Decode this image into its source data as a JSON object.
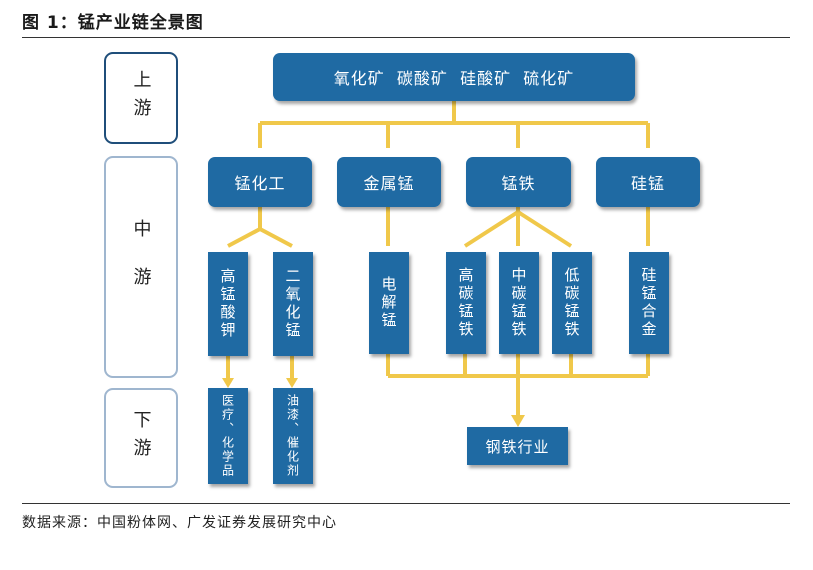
{
  "figure_title": "图 1：锰产业链全景图",
  "source_note": "数据来源：中国粉体网、广发证券发展研究中心",
  "stages": {
    "upstream": "上游",
    "midstream": "中游",
    "downstream": "下游"
  },
  "upstream": {
    "ores": "氧化矿  碳酸矿  硅酸矿  硫化矿"
  },
  "midstream": {
    "categories": [
      "锰化工",
      "金属锰",
      "锰铁",
      "硅锰"
    ],
    "products": {
      "high_manganese_acid_potassium": "高锰酸钾",
      "manganese_dioxide": "二氧化锰",
      "electrolytic_manganese": "电解锰",
      "high_carbon_ferromanganese": "高碳锰铁",
      "medium_carbon_ferromanganese": "中碳锰铁",
      "low_carbon_ferromanganese": "低碳锰铁",
      "silicomanganese_alloy": "硅锰合金"
    }
  },
  "downstream": {
    "medical_chemical": "医疗、化学品",
    "paint_catalyst": "油漆、催化剂",
    "steel_industry": "钢铁行业"
  },
  "colors": {
    "box_fill": "#1f6aa3",
    "connector": "#f0c84a",
    "stage_border_upstream": "#1f4e7a",
    "stage_border_light": "#9fb6cf"
  }
}
